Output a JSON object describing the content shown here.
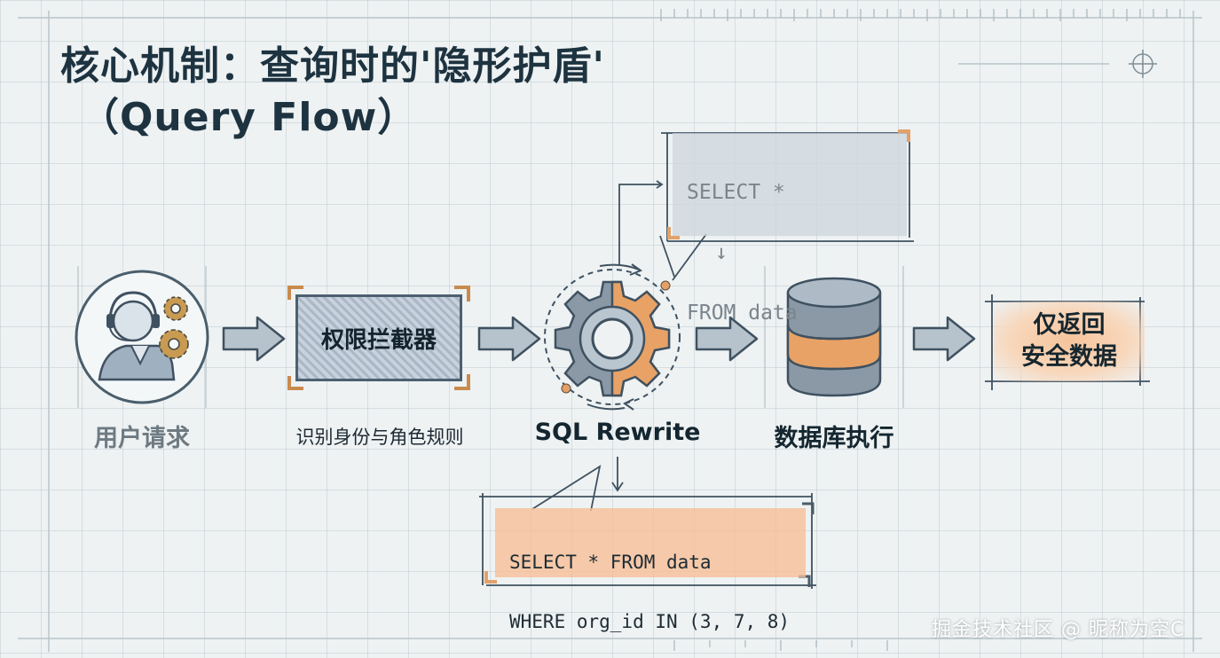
{
  "title": {
    "line1": "核心机制：查询时的'隐形护盾'",
    "line2": "（Query Flow）"
  },
  "steps": {
    "user_request": "用户请求",
    "interceptor_box": "权限拦截器",
    "interceptor_caption": "识别身份与角色规则",
    "rewrite_caption": "SQL Rewrite",
    "db_caption": "数据库执行",
    "result_line1": "仅返回",
    "result_line2": "安全数据"
  },
  "code_before": {
    "line1": "SELECT *",
    "arrow": "↓",
    "line2": "FROM data"
  },
  "code_after": {
    "line1": "SELECT * FROM data",
    "line2": "WHERE org_id IN (3, 7, 8)"
  },
  "watermark": "掘金技术社区 @ 昵称为空C",
  "colors": {
    "accent_orange": "#e9954f",
    "slate": "#6f8090",
    "ink": "#1e3340"
  },
  "icons": [
    "user-headset-icon",
    "gears-icon",
    "gear-icon",
    "database-icon",
    "arrow-right-icon",
    "crosshair-icon"
  ]
}
